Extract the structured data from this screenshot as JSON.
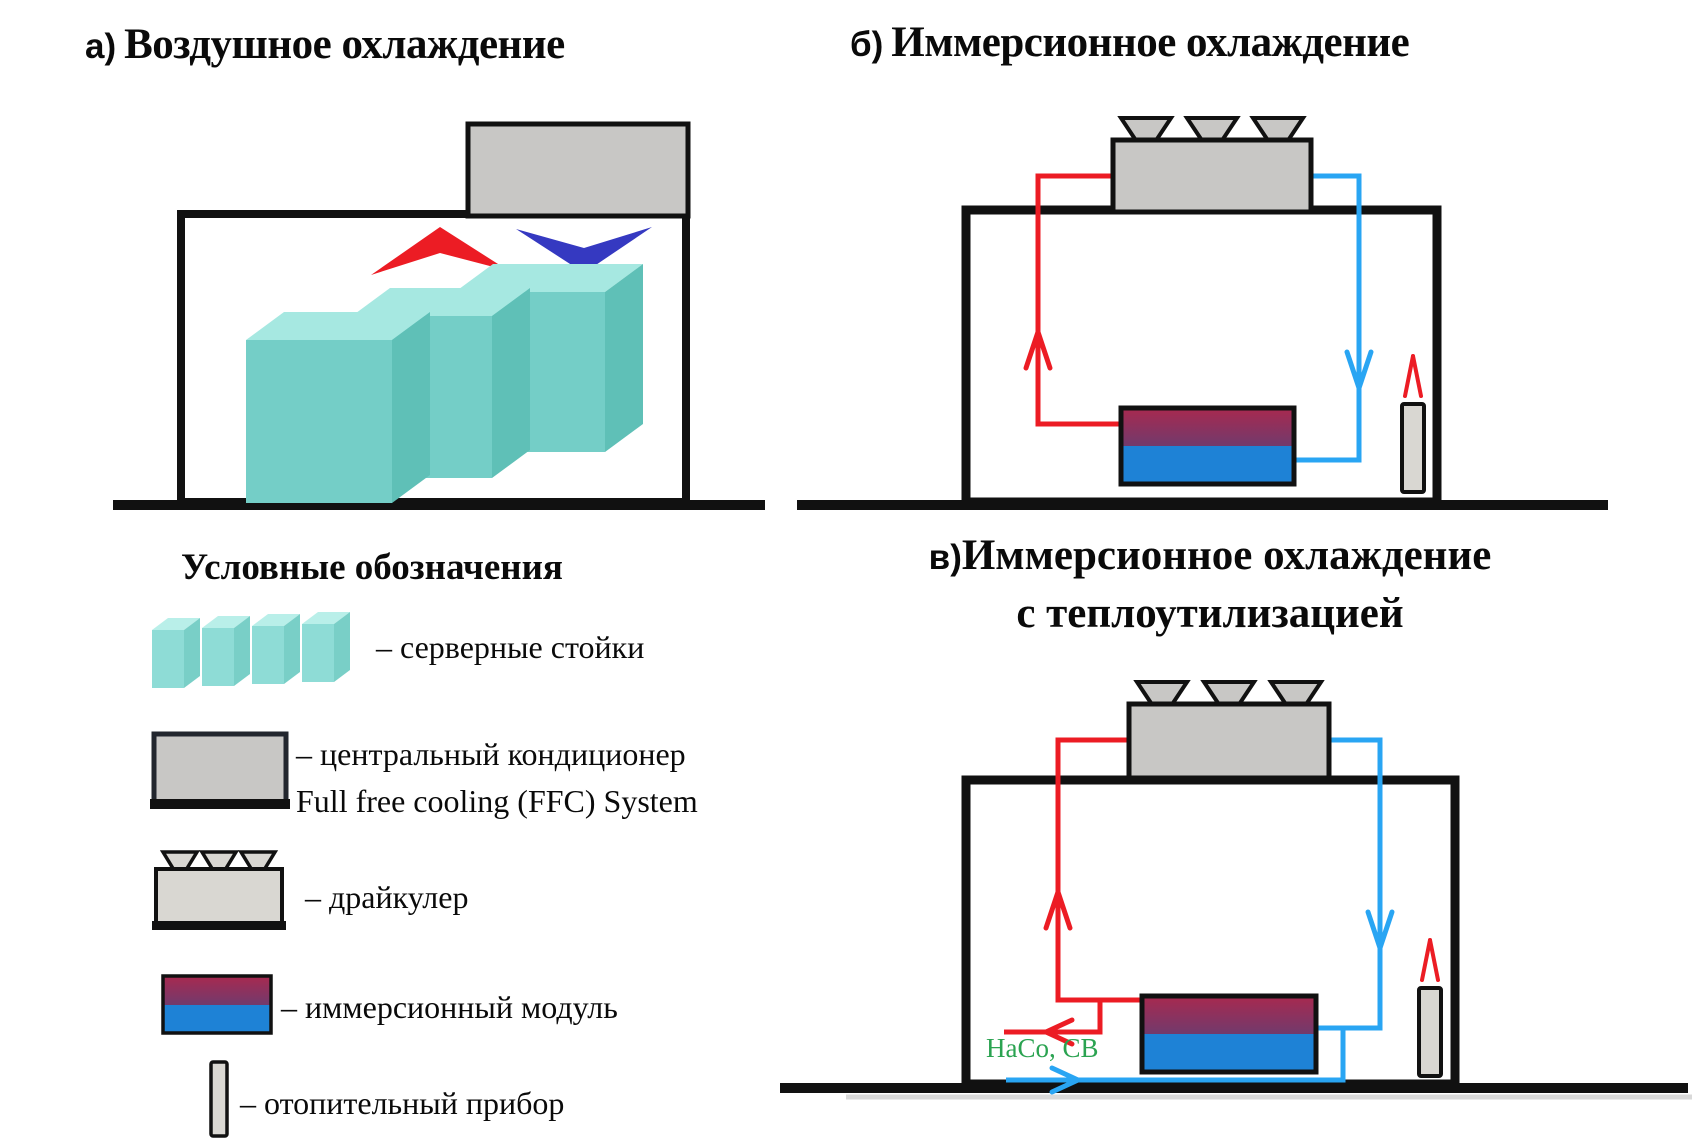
{
  "panels": {
    "a": {
      "prefix": "а)",
      "title": "Воздушное охлаждение"
    },
    "b": {
      "prefix": "б)",
      "title": "Иммерсионное охлаждение"
    },
    "v": {
      "prefix": "в)",
      "title_line1": "Иммерсионное охлаждение",
      "title_line2": "с теплоутилизацией",
      "pipe_label": "НаСо, СВ"
    }
  },
  "legend": {
    "title": "Условные обозначения",
    "items": [
      {
        "icon": "server-racks-icon",
        "label": "– серверные стойки"
      },
      {
        "icon": "ffc-conditioner-icon",
        "label": "– центральный кондиционер",
        "label2": "Full free cooling (FFC) System"
      },
      {
        "icon": "dry-cooler-icon",
        "label": "– драйкулер"
      },
      {
        "icon": "immersion-module-icon",
        "label": "– иммерсионный модуль"
      },
      {
        "icon": "heater-icon",
        "label": "– отопительный прибор"
      }
    ]
  },
  "colors": {
    "rack_front_teal": "#74cec7",
    "rack_top_teal": "#a6e8e1",
    "rack_side_teal": "#5fc0b7",
    "unit_gray": "#c8c7c5",
    "heater_gray": "#d9d7d2",
    "outline_black": "#111111",
    "pipe_hot_red": "#ec1c24",
    "pipe_cold_blue": "#29a5f3",
    "air_hot_red": "#ec1c24",
    "air_cold_blue": "#3539c1",
    "module_top_maroon": "#a8294f",
    "module_top_purple": "#723a6c",
    "module_bottom_blue": "#1e82d6",
    "note_green": "#2ba351"
  }
}
